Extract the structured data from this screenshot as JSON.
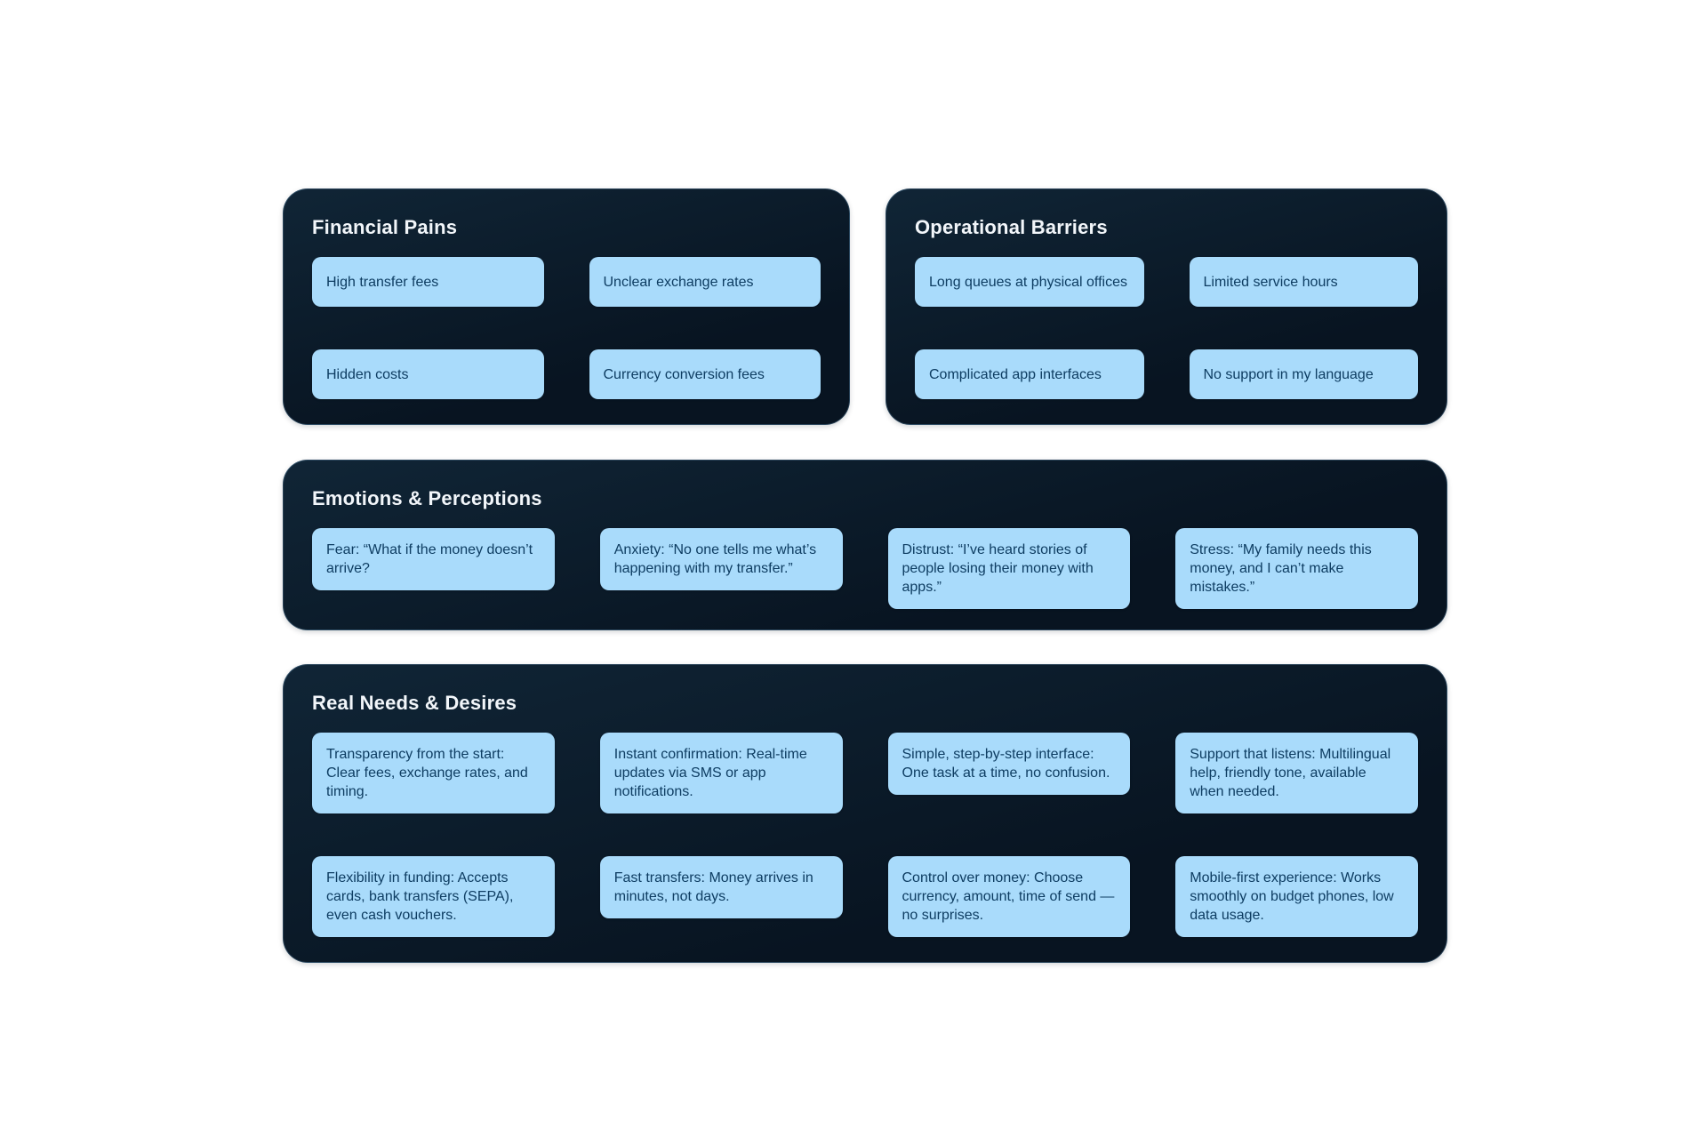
{
  "colors": {
    "page_bg": "#ffffff",
    "panel_bg_top": "#102536",
    "panel_bg_bottom": "#081421",
    "panel_border": "#82b9e6",
    "card_bg": "#a9dbfb",
    "card_text": "#0e3d62",
    "heading_text": "#f2f6fa"
  },
  "panels": [
    {
      "title": "Financial Pains",
      "cards": [
        "High transfer fees",
        "Unclear exchange rates",
        "Hidden costs",
        "Currency conversion fees"
      ]
    },
    {
      "title": "Operational Barriers",
      "cards": [
        "Long queues at physical offices",
        "Limited service hours",
        "Complicated app interfaces",
        "No support in my language"
      ]
    },
    {
      "title": "Emotions & Perceptions",
      "cards": [
        "Fear: “What if the money doesn’t arrive?",
        "Anxiety: “No one tells me what’s happening with my transfer.”",
        "Distrust: “I’ve heard stories of people losing their money with apps.”",
        "Stress: “My family needs this money, and I can’t make mistakes.”"
      ]
    },
    {
      "title": "Real Needs & Desires",
      "cards": [
        "Transparency from the start: Clear fees, exchange rates, and timing.",
        "Instant confirmation: Real-time updates via SMS or app notifications.",
        "Simple, step-by-step interface: One task at a time, no confusion.",
        "Support that listens: Multilingual help, friendly tone, available when needed.",
        "Flexibility in funding: Accepts cards, bank transfers (SEPA), even cash vouchers.",
        "Fast transfers: Money arrives in minutes, not days.",
        "Control over money: Choose currency, amount, time of send — no surprises.",
        "Mobile-first experience: Works smoothly on budget phones, low data usage."
      ]
    }
  ]
}
